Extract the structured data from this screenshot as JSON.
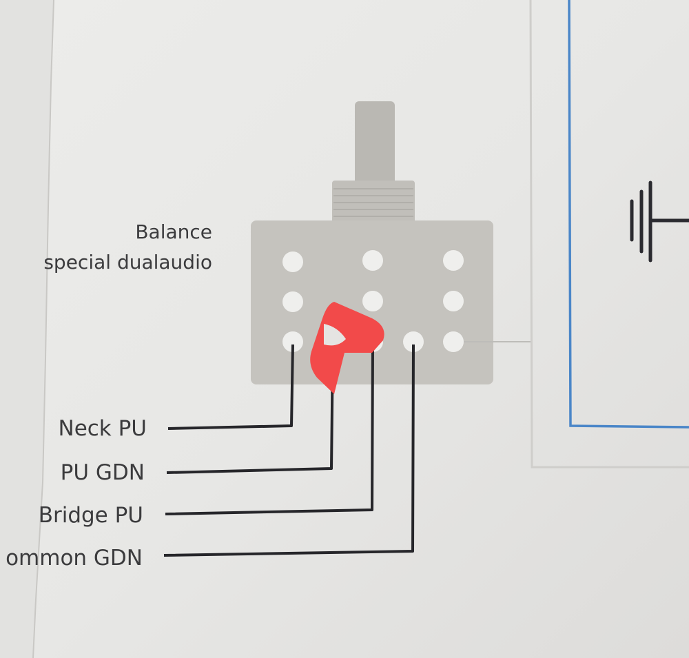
{
  "diagram": {
    "title_line_1": "Balance",
    "title_line_2": "special dualaudio",
    "terminal_labels": {
      "neck_pu": "Neck PU",
      "pu_gdn": "PU GDN",
      "bridge_pu": "Bridge PU",
      "common_gdn": "ommon GDN"
    }
  },
  "colors": {
    "paper": "#e8e8e6",
    "paper_shadow": "#d2d1cf",
    "pot_body": "#c4c2bd",
    "pot_shaft": "#b9b7b2",
    "lug_hole": "#eeeeec",
    "wire": "#26262a",
    "frame_line": "#4a86c8",
    "sticker": "#f24a4a",
    "text": "#3b3b3d"
  }
}
